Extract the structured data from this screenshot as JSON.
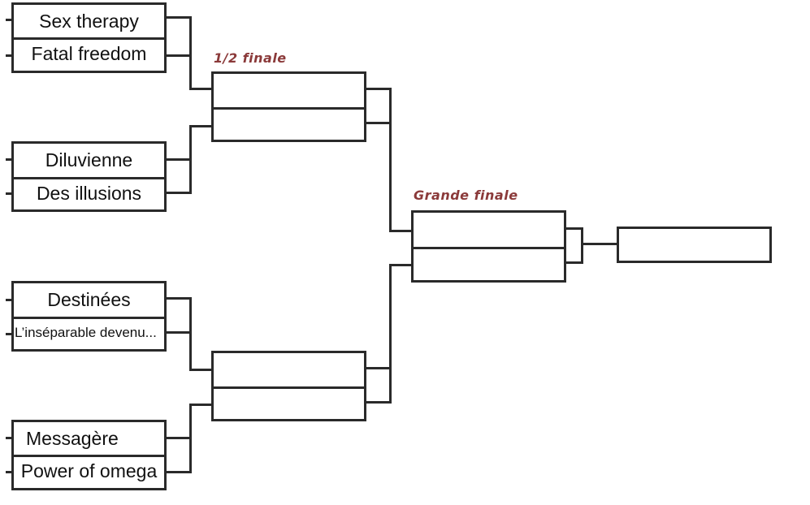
{
  "labels": {
    "semi": "1/2 finale",
    "final": "Grande finale"
  },
  "quarter": [
    {
      "top": "Sex therapy",
      "bottom": "Fatal freedom"
    },
    {
      "top": "Diluvienne",
      "bottom": "Des illusions"
    },
    {
      "top": "Destinées",
      "bottom": "L’inséparable devenu..."
    },
    {
      "top": "Messagère",
      "bottom": "Power of omega"
    }
  ],
  "semi": [
    {
      "top": "",
      "bottom": ""
    },
    {
      "top": "",
      "bottom": ""
    }
  ],
  "final": {
    "top": "",
    "bottom": ""
  },
  "winner": ""
}
